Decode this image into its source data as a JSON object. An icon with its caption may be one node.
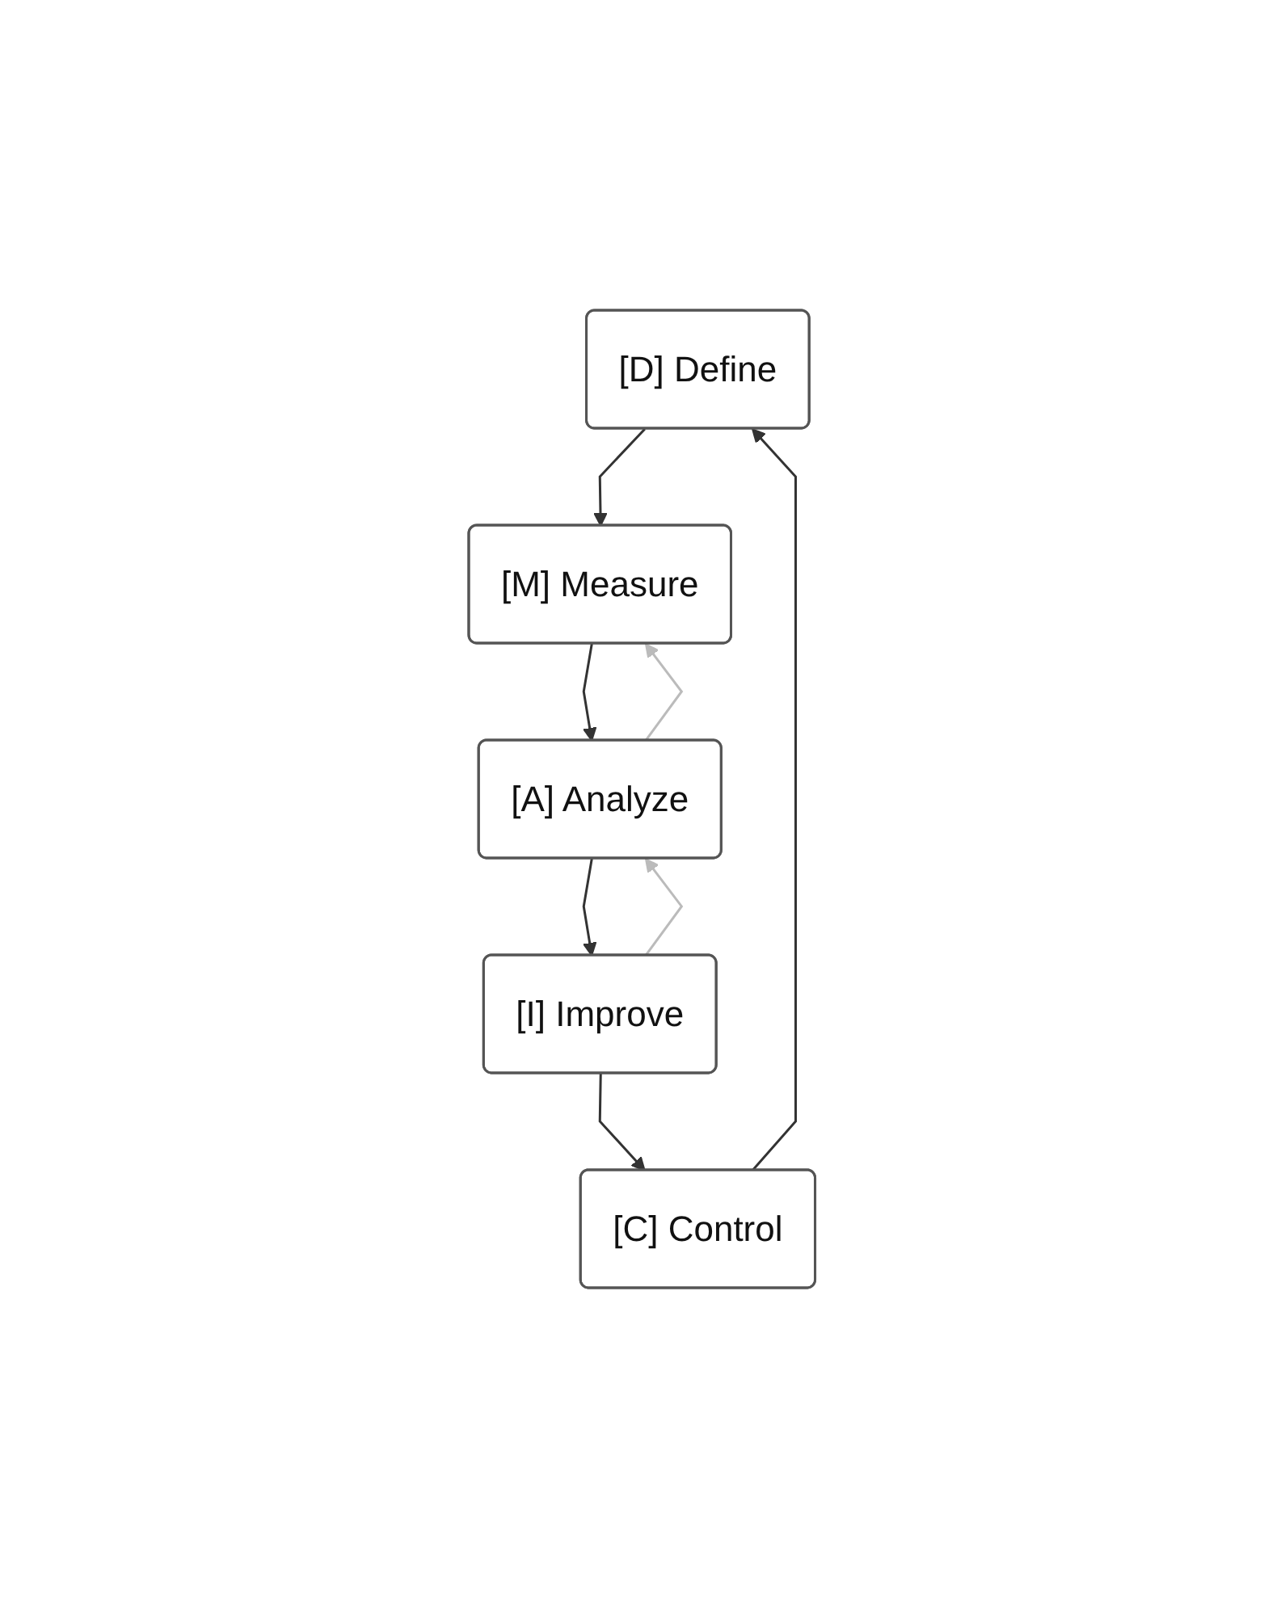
{
  "diagram": {
    "nodes": [
      {
        "text": [
          "[D] Define"
        ]
      },
      {
        "text": [
          "[M] Measure"
        ]
      },
      {
        "text": [
          "[A] Analyze"
        ]
      },
      {
        "text": [
          "[I] Improve"
        ]
      },
      {
        "text": [
          "[C] Control"
        ]
      }
    ],
    "edges": [
      {
        "from": 0,
        "to": 1,
        "arrow": "to"
      },
      {
        "from": 1,
        "to": 2,
        "arrow": "to"
      },
      {
        "from": 2,
        "to": 3,
        "arrow": "to"
      },
      {
        "from": 3,
        "to": 4,
        "arrow": "to"
      },
      {
        "from": 4,
        "to": 0,
        "arrow": "to"
      },
      {
        "from": 2,
        "to": 1,
        "arrow": "to",
        "color": "#bbbbbb"
      },
      {
        "from": 3,
        "to": 2,
        "arrow": "to",
        "color": "#bbbbbb"
      }
    ]
  }
}
